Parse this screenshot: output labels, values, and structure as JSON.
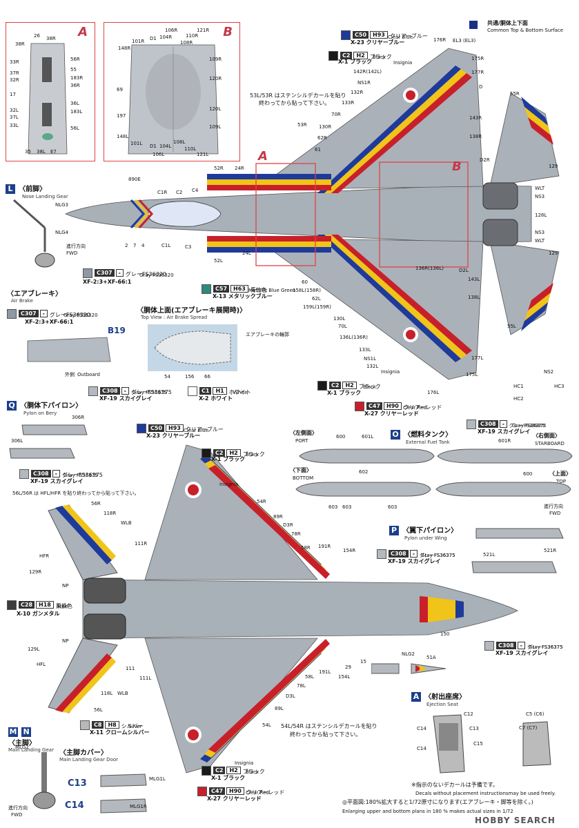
{
  "detail_a": {
    "mark": "A",
    "labels": [
      "38R",
      "26",
      "38R",
      "56R",
      "33R",
      "55",
      "37R",
      "183R",
      "32R",
      "36R",
      "17",
      "36L",
      "32L",
      "183L",
      "37L",
      "33L",
      "56L",
      "35",
      "38L",
      "E7"
    ]
  },
  "detail_b": {
    "mark": "B",
    "labels": [
      "106R",
      "D1",
      "104R",
      "108R",
      "110R",
      "121R",
      "101R",
      "148R",
      "109R",
      "120R",
      "69",
      "120L",
      "197",
      "109L",
      "148L",
      "101L",
      "104L",
      "D1",
      "106L",
      "108L",
      "110L",
      "121L"
    ]
  },
  "common_surface": {
    "jp": "共通/胴体上下面",
    "en": "Common Top & Bottom Surface",
    "color": "#1c2f86"
  },
  "top_callouts": {
    "c50": {
      "code": "C50",
      "code2": "H93",
      "jp1": "クリアーブルー",
      "en": "Clear Blue",
      "xcode": "X-23 クリヤーブルー",
      "color": "#1e3a9a"
    },
    "c2": {
      "code": "C2",
      "code2": "H2",
      "jp1": "ブラック",
      "en": "Black",
      "xcode": "X-1 ブラック",
      "color": "#1a1a1a"
    },
    "insignia": "Insignia",
    "stencil_note_1": "53L/53R はステンシルデカールを貼り",
    "stencil_note_2": "終わってから貼って下さい。"
  },
  "top_view_labels": [
    "176R",
    "EL3 (EL3)",
    "175R",
    "177R",
    "D",
    "143R",
    "138R",
    "142R(142L)",
    "NS1R",
    "132R",
    "133R",
    "70R",
    "130R",
    "53R",
    "62R",
    "61",
    "55R",
    "129",
    "WLT",
    "NS3",
    "128L",
    "NS3",
    "WLT",
    "129",
    "D2R",
    "D2L",
    "136R(136L)",
    "24R",
    "52R",
    "890E",
    "C1R",
    "C2",
    "C4",
    "C3",
    "C1L",
    "52L",
    "24L",
    "60",
    "158L(158R)",
    "62L",
    "159L(159R)",
    "130L",
    "70L",
    "136L(136R)",
    "133L",
    "NS1L",
    "132L",
    "143L",
    "138L",
    "177L",
    "175L",
    "176L",
    "55L",
    "2",
    "7",
    "4"
  ],
  "bottom_callouts": {
    "c2": {
      "code": "C2",
      "code2": "H2",
      "jp1": "ブラック",
      "en": "Black",
      "xcode": "X-1 ブラック"
    },
    "c47": {
      "code": "C47",
      "code2": "H90",
      "jp1": "クリアーレッド",
      "en": "Clear Red",
      "xcode": "X-27 クリヤーレッド",
      "color": "#c8202a"
    },
    "insignia": "Insignia"
  },
  "hc": {
    "hc1": "HC1",
    "hc2": "HC2",
    "hc3": "HC3",
    "ns2": "NS2"
  },
  "nose_gear": {
    "letter": "L",
    "jp": "〈前脚〉",
    "en": "Nose Landing Gear",
    "labels": [
      "NLG3",
      "NLG4"
    ],
    "fwd_jp": "進行方向",
    "fwd_en": "FWD"
  },
  "c307_main": {
    "code": "C307",
    "code2": "-",
    "jp1": "グレーFS36320",
    "en": "Gray FS36320",
    "xcode": "XF-2:3+XF-66:1",
    "color": "#8f98a3"
  },
  "c57": {
    "code": "C57",
    "code2": "H63",
    "jp1": "青竹色",
    "en": "Metallic Blue Green",
    "xcode": "X-13 メタリックブルー",
    "color": "#2d8a7d"
  },
  "air_brake": {
    "jp": "〈エアブレーキ〉",
    "en": "Air Brake",
    "c307": {
      "code": "C307",
      "code2": "-",
      "jp1": "グレーFS36320",
      "en": "Gray FS36320",
      "xcode": "XF-2:3+XF-66:1"
    },
    "b19": "B19",
    "outboard_jp": "外側",
    "outboard_en": "Outboard"
  },
  "top_view_spread": {
    "jp": "〈胴体上面(エアブレーキ展開時)〉",
    "en": "Top View : Air Brake Spread",
    "edge": "エアブレーキの輪郭",
    "labels": [
      "54",
      "156",
      "66"
    ]
  },
  "c308_gray": {
    "code": "C308",
    "code2": "-",
    "jp1": "グレーFS36375",
    "en": "Gray FS36375",
    "xcode": "XF-19 スカイグレイ",
    "color": "#b4b9bf"
  },
  "c1_white": {
    "code": "C1",
    "code2": "H1",
    "jp1": "ホワイト",
    "en": "White",
    "xcode": "X-2 ホワイト",
    "color": "#ffffff"
  },
  "pylon_body": {
    "letter": "Q",
    "jp": "〈胴体下パイロン〉",
    "en": "Pylon on Bery",
    "labels": [
      "306R",
      "306L"
    ],
    "c308": {
      "code": "C308",
      "code2": "-",
      "jp1": "グレーFS36375",
      "en": "Gray FS36375",
      "xcode": "XF-19 スカイグレイ"
    }
  },
  "hfl_note": "56L/56R は HFL/HFR を貼り終わってから貼って下さい。",
  "lower_callouts": {
    "c50": {
      "code": "C50",
      "code2": "H93",
      "jp1": "クリアーブルー",
      "en": "Clear Blue",
      "xcode": "X-23 クリヤーブルー"
    },
    "c2": {
      "code": "C2",
      "code2": "H2",
      "jp1": "ブラック",
      "en": "Black",
      "xcode": "X-1 ブラック"
    },
    "insignia": "Insignia",
    "c28": {
      "code": "C28",
      "code2": "H18",
      "jp1": "黒鉄色",
      "en": "Steel",
      "xcode": "X-10 ガンメタル",
      "color": "#3c3c3c"
    },
    "c8": {
      "code": "C8",
      "code2": "H8",
      "jp1": "シルバー",
      "en": "Silver",
      "xcode": "X-11 クロームシルバー",
      "color": "#b8b8b8"
    },
    "c2b": {
      "code": "C2",
      "code2": "H2",
      "jp1": "ブラック",
      "en": "Black",
      "xcode": "X-1 ブラック"
    },
    "c47": {
      "code": "C47",
      "code2": "H90",
      "jp1": "クリアーレッド",
      "en": "Clear Red",
      "xcode": "X-27 クリヤーレッド"
    },
    "c308": {
      "code": "C308",
      "code2": "-",
      "jp1": "グレーFS36375",
      "en": "Gray FS36375",
      "xcode": "XF-19 スカイグレイ"
    }
  },
  "bottom_view_labels": [
    "54R",
    "89R",
    "D3R",
    "78R",
    "58R",
    "191R",
    "154R",
    "56R",
    "118R",
    "WLB",
    "HFR",
    "129R",
    "111R",
    "NP",
    "NP",
    "129L",
    "HFL",
    "111",
    "111L",
    "118L",
    "WLB",
    "56L",
    "89L",
    "D3L",
    "78L",
    "58L",
    "191L",
    "154L",
    "29",
    "15",
    "150",
    "54L"
  ],
  "stencil_note2_1": "54L/54R はステンシルデカールを貼り",
  "stencil_note2_2": "終わってから貼って下さい。",
  "fuel_tank": {
    "letter": "O",
    "jp": "〈燃料タンク〉",
    "en": "External Fuel Tank",
    "port_jp": "〈左側面〉",
    "port_en": "PORT",
    "starboard_jp": "〈右側面〉",
    "starboard_en": "STARBOARD",
    "bottom_jp": "〈下面〉",
    "bottom_en": "BOTTOM",
    "top_jp": "〈上面〉",
    "top_en": "TOP",
    "labels": [
      "600",
      "601L",
      "602",
      "601R",
      "600",
      "603",
      "603",
      "603"
    ],
    "c308": {
      "code": "C308",
      "code2": "-",
      "jp1": "グレーFS36375",
      "en": "Gray FS36375",
      "xcode": "XF-19 スカイグレイ"
    }
  },
  "pylon_wing": {
    "letter": "P",
    "jp": "〈翼下パイロン〉",
    "en": "Pylon under Wing",
    "labels": [
      "521L",
      "521R"
    ],
    "c308": {
      "code": "C308",
      "code2": "-",
      "jp1": "グレーFS36375",
      "en": "Gray FS36375",
      "xcode": "XF-19 スカイグレイ"
    }
  },
  "main_gear": {
    "letters": [
      "M",
      "N"
    ],
    "jp": "〈主脚〉",
    "en": "Main Landing Gear",
    "label": "MLG2",
    "fwd_jp": "進行方向",
    "fwd_en": "FWD"
  },
  "main_gear_door": {
    "jp": "〈主脚カバー〉",
    "en": "Main Landing Gear Door",
    "c13": "C13",
    "c14": "C14",
    "mlg1l": "MLG1L",
    "mlg1r": "MLG1R"
  },
  "nose_strip": {
    "labels": [
      "NLG2",
      "51A"
    ]
  },
  "ejection_seat": {
    "letter": "A",
    "jp": "〈射出座席〉",
    "en": "Ejection Seat",
    "labels": [
      "C12",
      "C14",
      "C13",
      "C15",
      "C5 (C6)",
      "C7 (C7)"
    ]
  },
  "footer": {
    "note1_jp": "※指示のないデカールは予備です。",
    "note1_en": "Decals without placement instructionsmay be used freely.",
    "note2_jp": "◎平面図:180%拡大すると1/72原寸になります(エアブレーキ・脚等を除く。)",
    "note2_en": "Enlarging upper and bottom plans in 180 % makes actual sizes in 1/72",
    "watermark": "HOBBY SEARCH"
  }
}
